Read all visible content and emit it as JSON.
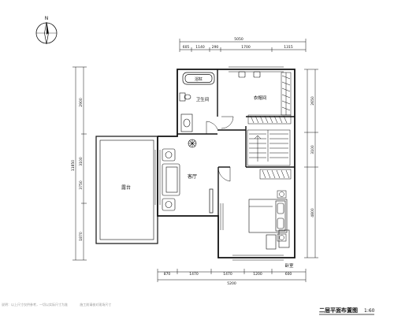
{
  "north_label": "N",
  "rooms": {
    "bathtub": "浴缸",
    "bathroom": "卫生间",
    "wardrobe": "衣帽间",
    "terrace": "露台",
    "living": "客厅",
    "bedroom": "卧室"
  },
  "title": "二层平面布置图",
  "scale": "1:60",
  "dims": {
    "top_total": "5050",
    "top_segments": [
      "605",
      "1140",
      "290",
      "1700",
      "1315"
    ],
    "right_segments": [
      "2650",
      "3100",
      "4800"
    ],
    "left_segments": [
      "2900",
      "3100",
      "3750",
      "1870"
    ],
    "left_total": "11850",
    "bottom_segments": [
      "870",
      "1470",
      "1470",
      "1200",
      "600"
    ],
    "bottom_total": "5200"
  },
  "notes": [
    "说明：以上尺寸仅供参考，一切以实际尺寸为准",
    "施工前请核对现场尺寸"
  ]
}
